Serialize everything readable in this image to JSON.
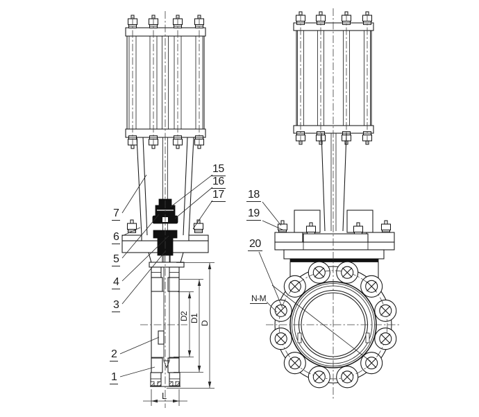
{
  "callouts": {
    "p1": "1",
    "p2": "2",
    "p3": "3",
    "p4": "4",
    "p5": "5",
    "p6": "6",
    "p7": "7",
    "p15": "15",
    "p16": "16",
    "p17": "17",
    "p18": "18",
    "p19": "19",
    "p20": "20",
    "bolt_spec": "N-M"
  },
  "dimensions": {
    "bore": "D2",
    "raised_face": "D1",
    "flange_od": "D",
    "face_to_face": "L"
  }
}
